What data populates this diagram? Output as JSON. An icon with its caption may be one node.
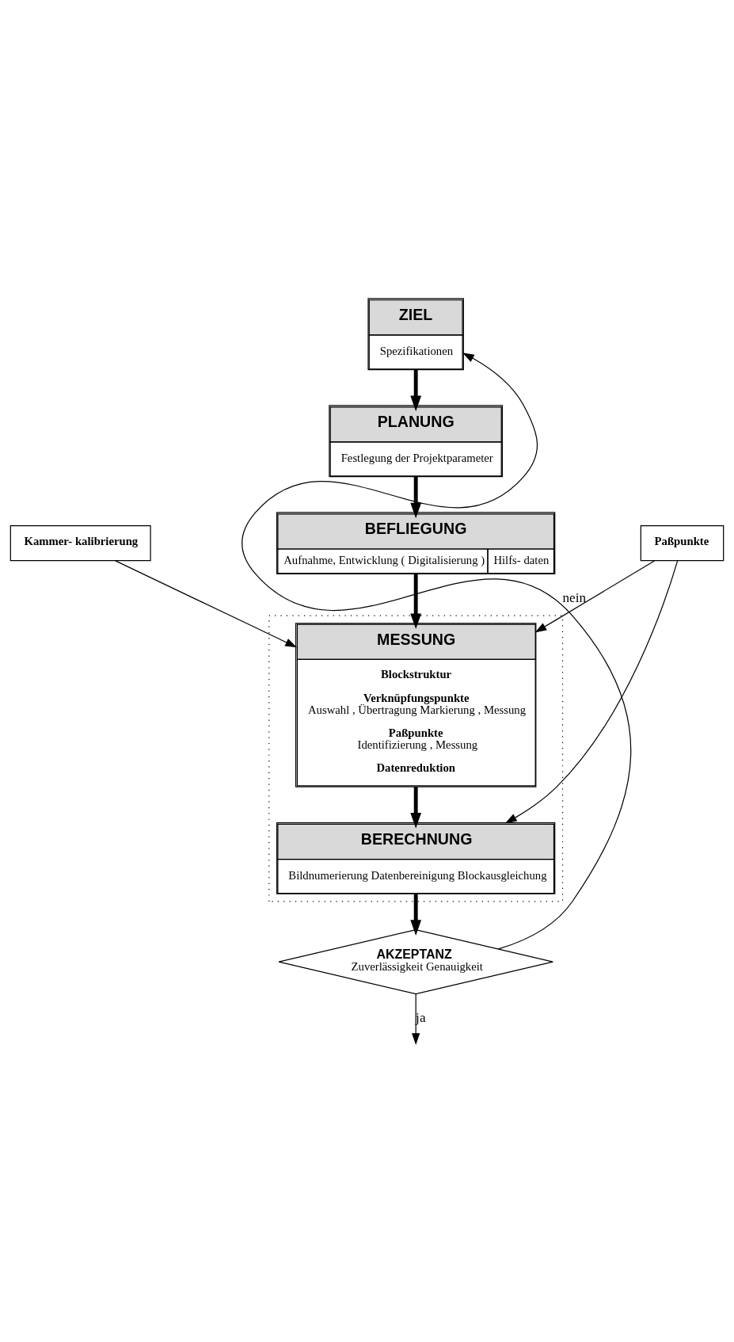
{
  "diagram": {
    "nodes": [
      {
        "text": [
          "ZIEL",
          "Spezifikationen"
        ]
      },
      {
        "text": [
          "PLANUNG",
          "Festlegung der Projektparameter"
        ]
      },
      {
        "text": [
          "Kammer- kalibrierung"
        ]
      },
      {
        "text": [
          "BEFLIEGUNG",
          "Aufnahme, Entwicklung ( Digitalisierung )",
          "Hilfs- daten"
        ]
      },
      {
        "text": [
          "Paßpunkte"
        ]
      },
      {
        "text": [],
        "shape": "box"
      },
      {
        "text": [
          "MESSUNG",
          "Blockstruktur",
          "Verknüpfungspunkte",
          "Auswahl , Übertragung Markierung , Messung",
          "Paßpunkte",
          "Identifizierung , Messung",
          "Datenreduktion"
        ],
        "in": 5
      },
      {
        "text": [
          "BERECHNUNG",
          "Bildnumerierung Datenbereinigung Blockausgleichung"
        ],
        "in": 5
      },
      {
        "text": [
          "AKZEPTANZ",
          "Zuverlässigkeit Genauigkeit"
        ]
      }
    ],
    "edges": [
      {
        "from": 0,
        "to": 1,
        "arrow": "to",
        "style": "thick"
      },
      {
        "from": 1,
        "to": 3,
        "arrow": "to",
        "style": "thick"
      },
      {
        "from": 3,
        "to": 6,
        "arrow": "to",
        "style": "thick"
      },
      {
        "from": 6,
        "to": 7,
        "arrow": "to",
        "style": "thick"
      },
      {
        "from": 7,
        "to": 8,
        "arrow": "to",
        "style": "thick"
      },
      {
        "from": 2,
        "to": 6,
        "arrow": "to"
      },
      {
        "from": 4,
        "to": 6,
        "arrow": "to"
      },
      {
        "from": 4,
        "to": 7,
        "arrow": "to"
      },
      {
        "from": 8,
        "to": 0,
        "arrow": "to",
        "label": "nein"
      },
      {
        "from": 8,
        "to": null,
        "arrow": "to",
        "label": "ja"
      }
    ]
  }
}
